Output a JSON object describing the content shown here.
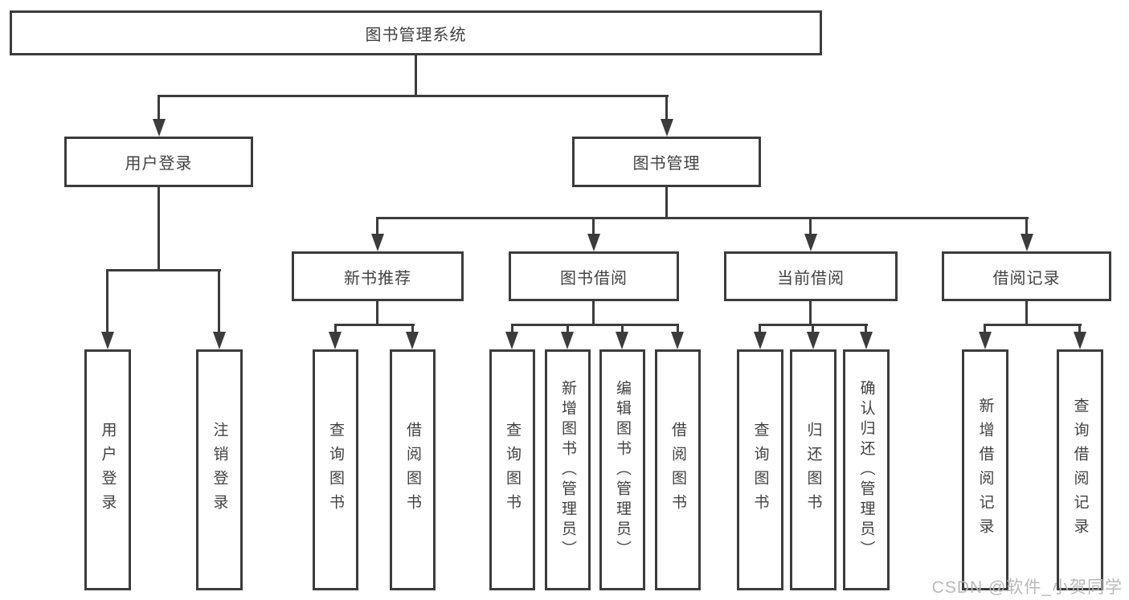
{
  "diagram": {
    "title": "图书管理系统",
    "tree": {
      "label": "图书管理系统",
      "children": [
        {
          "label": "用户登录",
          "children": [
            {
              "label": "用户登录"
            },
            {
              "label": "注销登录"
            }
          ]
        },
        {
          "label": "图书管理",
          "children": [
            {
              "label": "新书推荐",
              "children": [
                {
                  "label": "查询图书"
                },
                {
                  "label": "借阅图书"
                }
              ]
            },
            {
              "label": "图书借阅",
              "children": [
                {
                  "label": "查询图书"
                },
                {
                  "label": "新增图书（管理员）"
                },
                {
                  "label": "编辑图书（管理员）"
                },
                {
                  "label": "借阅图书"
                }
              ]
            },
            {
              "label": "当前借阅",
              "children": [
                {
                  "label": "查询图书"
                },
                {
                  "label": "归还图书"
                },
                {
                  "label": "确认归还（管理员）"
                }
              ]
            },
            {
              "label": "借阅记录",
              "children": [
                {
                  "label": "新增借阅记录"
                },
                {
                  "label": "查询借阅记录"
                }
              ]
            }
          ]
        }
      ]
    }
  },
  "watermark": "CSDN @软件_小贺同学",
  "colors": {
    "line": "#3c3c3c",
    "text": "#424242",
    "box_background": "#ffffff",
    "page_background": "#ffffff",
    "watermark": "#b9b9b9"
  }
}
